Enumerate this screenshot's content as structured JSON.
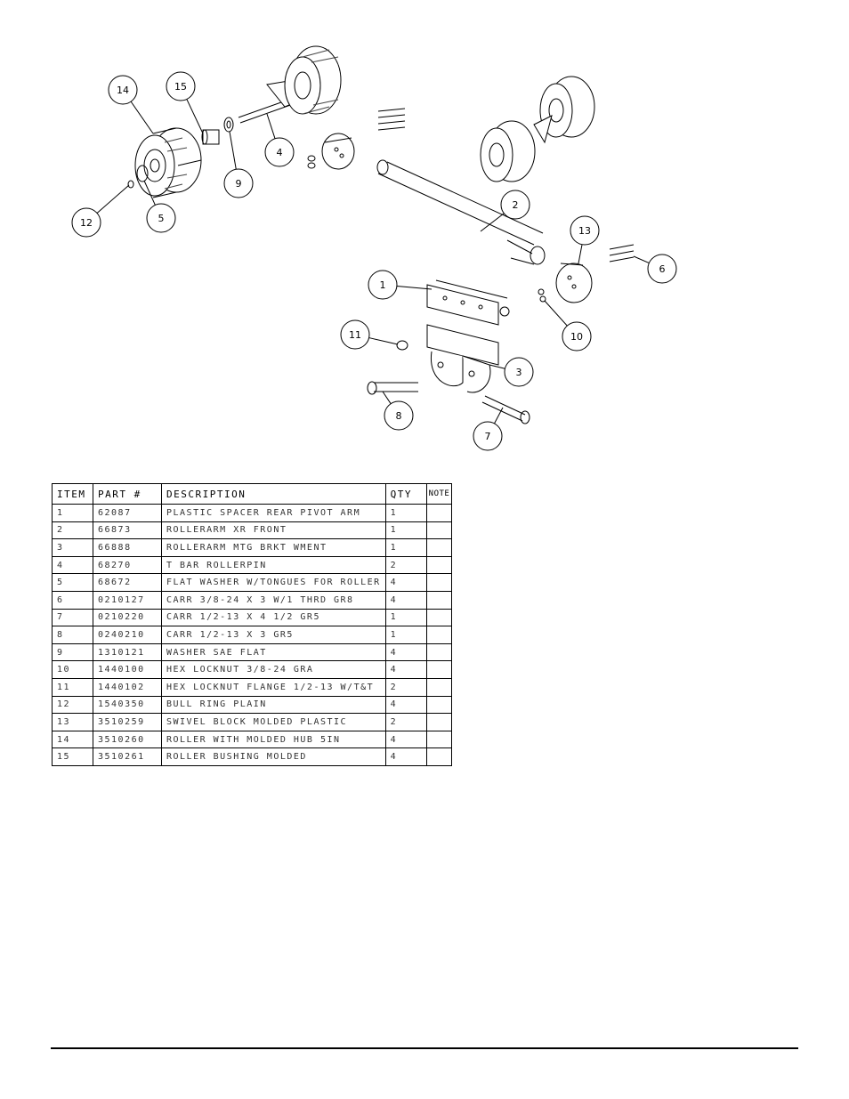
{
  "diagram": {
    "callouts": [
      "14",
      "15",
      "4",
      "9",
      "12",
      "5",
      "2",
      "13",
      "6",
      "1",
      "10",
      "11",
      "3",
      "8",
      "7"
    ]
  },
  "parts_table": {
    "headers": [
      "ITEM",
      "PART #",
      "DESCRIPTION",
      "QTY",
      "NOTE"
    ],
    "rows": [
      [
        "1",
        "62087",
        "PLASTIC SPACER REAR PIVOT ARM",
        "1",
        ""
      ],
      [
        "2",
        "66873",
        "ROLLERARM XR FRONT",
        "1",
        ""
      ],
      [
        "3",
        "66888",
        "ROLLERARM MTG BRKT WMENT",
        "1",
        ""
      ],
      [
        "4",
        "68270",
        "T BAR ROLLERPIN",
        "2",
        ""
      ],
      [
        "5",
        "68672",
        "FLAT WASHER W/TONGUES FOR ROLLER",
        "4",
        ""
      ],
      [
        "6",
        "0210127",
        "CARR 3/8-24 X 3 W/1 THRD GR8",
        "4",
        ""
      ],
      [
        "7",
        "0210220",
        "CARR 1/2-13 X 4 1/2 GR5",
        "1",
        ""
      ],
      [
        "8",
        "0240210",
        "CARR 1/2-13 X 3 GR5",
        "1",
        ""
      ],
      [
        "9",
        "1310121",
        "WASHER SAE FLAT",
        "4",
        ""
      ],
      [
        "10",
        "1440100",
        "HEX LOCKNUT 3/8-24 GRA",
        "4",
        ""
      ],
      [
        "11",
        "1440102",
        "HEX LOCKNUT FLANGE 1/2-13 W/T&T",
        "2",
        ""
      ],
      [
        "12",
        "1540350",
        "BULL RING PLAIN",
        "4",
        ""
      ],
      [
        "13",
        "3510259",
        "SWIVEL BLOCK MOLDED PLASTIC",
        "2",
        ""
      ],
      [
        "14",
        "3510260",
        "ROLLER WITH MOLDED HUB  5IN",
        "4",
        ""
      ],
      [
        "15",
        "3510261",
        "ROLLER BUSHING MOLDED",
        "4",
        ""
      ]
    ]
  }
}
